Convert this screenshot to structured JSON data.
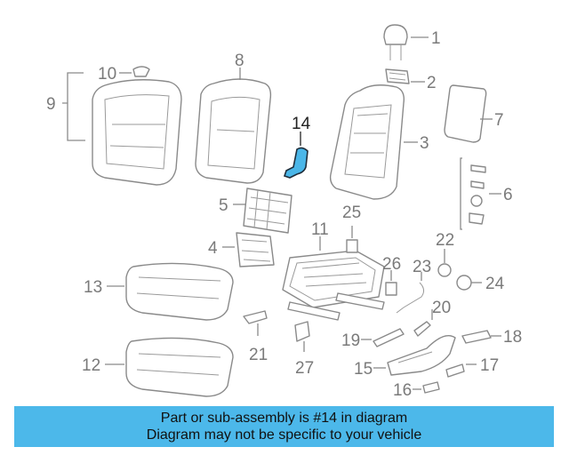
{
  "highlight_color": "#4ab6e8",
  "banner": {
    "line1": "Part or sub-assembly is #14 in diagram",
    "line2": "Diagram may not be specific to your vehicle",
    "color": "#4cb8ea"
  },
  "callouts": {
    "n1": "1",
    "n2": "2",
    "n3": "3",
    "n4": "4",
    "n5": "5",
    "n6": "6",
    "n7": "7",
    "n8": "8",
    "n9": "9",
    "n10": "10",
    "n11": "11",
    "n12": "12",
    "n13": "13",
    "n14": "14",
    "n15": "15",
    "n16": "16",
    "n17": "17",
    "n18": "18",
    "n19": "19",
    "n20": "20",
    "n21": "21",
    "n22": "22",
    "n23": "23",
    "n24": "24",
    "n25": "25",
    "n26": "26",
    "n27": "27"
  },
  "highlighted_part": "14"
}
